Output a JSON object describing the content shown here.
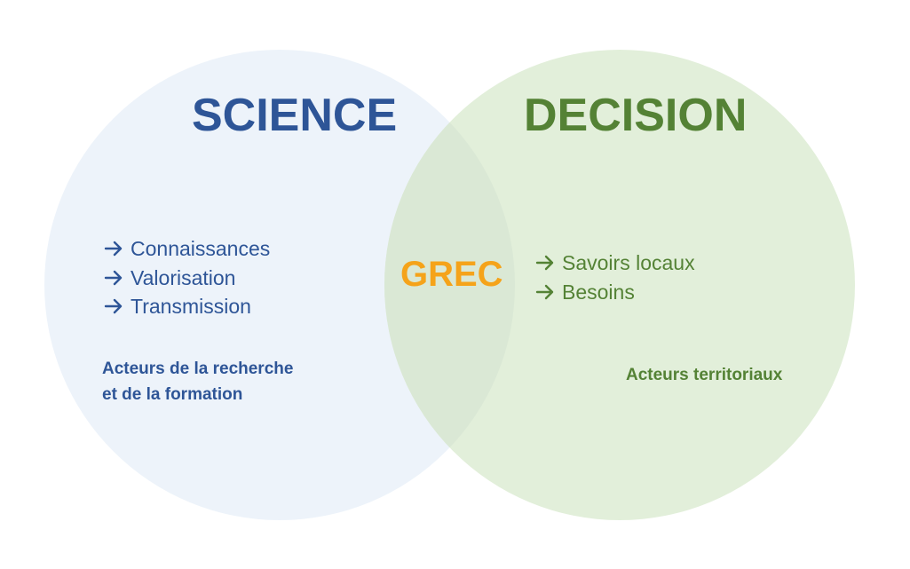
{
  "diagram": {
    "left_set": {
      "title": "SCIENCE",
      "bullets": [
        "Connaissances",
        "Valorisation",
        "Transmission"
      ],
      "actors_line1": "Acteurs de la recherche",
      "actors_line2": "et de la formation",
      "fill_color": "#edf3fa",
      "text_color": "#2e5597"
    },
    "right_set": {
      "title": "DECISION",
      "bullets": [
        "Savoirs locaux",
        "Besoins"
      ],
      "actors": "Acteurs territoriaux",
      "fill_color": "#e2efda",
      "text_color": "#548235"
    },
    "intersection": {
      "label": "GREC",
      "fill_color": "#dae8d5",
      "text_color": "#f5a31a"
    },
    "bullet_icon": "right-arrow-icon"
  }
}
